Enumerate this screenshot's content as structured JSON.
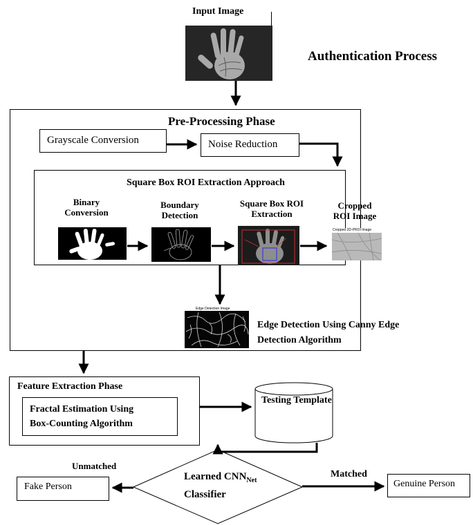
{
  "title": "Authentication Process",
  "input": {
    "label": "Input Image"
  },
  "preprocessing": {
    "title": "Pre-Processing Phase",
    "grayscale": "Grayscale Conversion",
    "noise": "Noise Reduction",
    "roi": {
      "title": "Square Box ROI Extraction Approach",
      "binary": [
        "Binary",
        "Conversion"
      ],
      "boundary": [
        "Boundary",
        "Detection"
      ],
      "squarebox": [
        "Square Box ROI",
        "Extraction"
      ],
      "cropped": [
        "Cropped",
        "ROI Image"
      ],
      "cropped_caption": "Cropped 2D-PROI Image"
    },
    "edge": {
      "caption": "Edge Detection Image",
      "label": [
        "Edge Detection Using Canny Edge",
        "Detection Algorithm"
      ]
    }
  },
  "feature": {
    "title": "Feature Extraction Phase",
    "inner": [
      "Fractal Estimation Using",
      "Box-Counting Algorithm"
    ]
  },
  "database": {
    "label": "Testing Template"
  },
  "classifier": {
    "line1": "Learned CNN",
    "sub": "Net",
    "line2": "Classifier"
  },
  "unmatched": "Unmatched",
  "matched": "Matched",
  "fake": "Fake Person",
  "genuine": "Genuine Person"
}
